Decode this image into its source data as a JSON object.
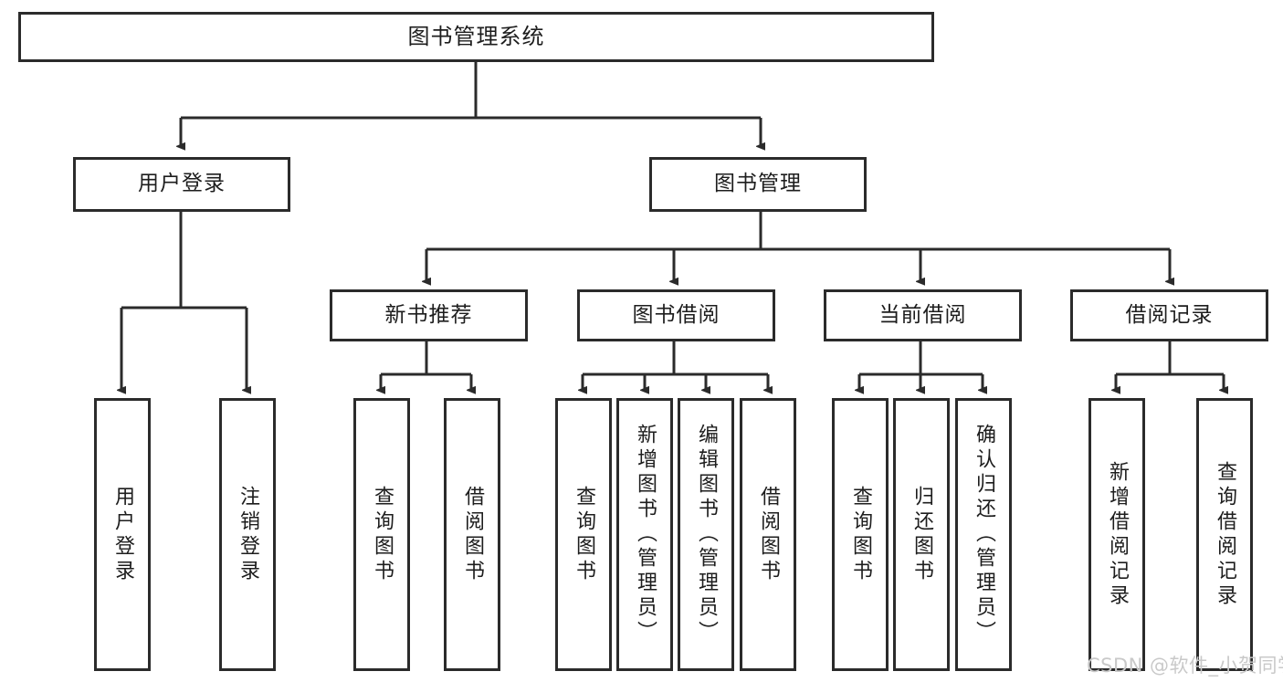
{
  "diagram": {
    "title": "图书管理系统",
    "type": "tree-hierarchy-chart",
    "watermark": "CSDN @软件_小贺同学",
    "colors": {
      "background": "#ffffff",
      "border": "#2b2b2b",
      "text": "#1d1d1d",
      "edge": "#2b2b2b",
      "watermark": "#c9c9c9"
    },
    "nodes": {
      "root": {
        "label": "图书管理系统"
      },
      "level2": [
        {
          "label": "用户登录"
        },
        {
          "label": "图书管理"
        }
      ],
      "level3": [
        {
          "label": "新书推荐"
        },
        {
          "label": "图书借阅"
        },
        {
          "label": "当前借阅"
        },
        {
          "label": "借阅记录"
        }
      ],
      "leaves": {
        "user_login": [
          {
            "label": "用户登录"
          },
          {
            "label": "注销登录"
          }
        ],
        "new_book": [
          {
            "label": "查询图书"
          },
          {
            "label": "借阅图书"
          }
        ],
        "book_borrow": [
          {
            "label": "查询图书"
          },
          {
            "label": "新增图书（管理员）"
          },
          {
            "label": "编辑图书（管理员）"
          },
          {
            "label": "借阅图书"
          }
        ],
        "current_borrow": [
          {
            "label": "查询图书"
          },
          {
            "label": "归还图书"
          },
          {
            "label": "确认归还（管理员）"
          }
        ],
        "borrow_record": [
          {
            "label": "新增借阅记录"
          },
          {
            "label": "查询借阅记录"
          }
        ]
      }
    }
  }
}
